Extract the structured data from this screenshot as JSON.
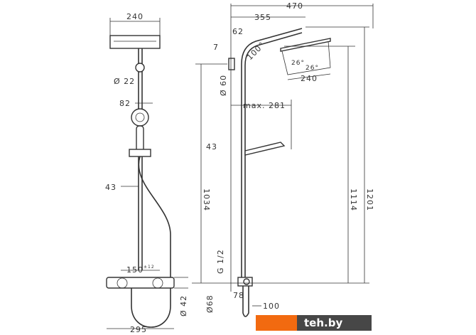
{
  "front_view": {
    "width_head": "240",
    "pipe_diameter": "Ø 22",
    "hand_shower_width": "82",
    "wall_distance": "43",
    "connection_spacing": "150",
    "connection_tolerance": "±12",
    "mixer_diameter": "Ø 42",
    "mixer_width": "295"
  },
  "side_view": {
    "total_projection": "470",
    "arm_projection": "355",
    "arm_offset": "62",
    "offset_small": "7",
    "arm_angle": "100°",
    "spray_angle_left": "26°",
    "spray_angle_right": "26°",
    "head_width": "240",
    "bracket_diameter": "Ø 60",
    "max_slide": "max. 281",
    "wall_distance": "43",
    "height_bracket": "1034",
    "height_head": "1114",
    "height_total": "1201",
    "thread": "G 1/2",
    "escutcheon_diameter": "Ø68",
    "mixer_depth": "78",
    "outlet_depth": "100"
  },
  "watermark": {
    "text": "teh.by",
    "colors": {
      "orange": "#f26a10",
      "dark": "#474747"
    }
  }
}
